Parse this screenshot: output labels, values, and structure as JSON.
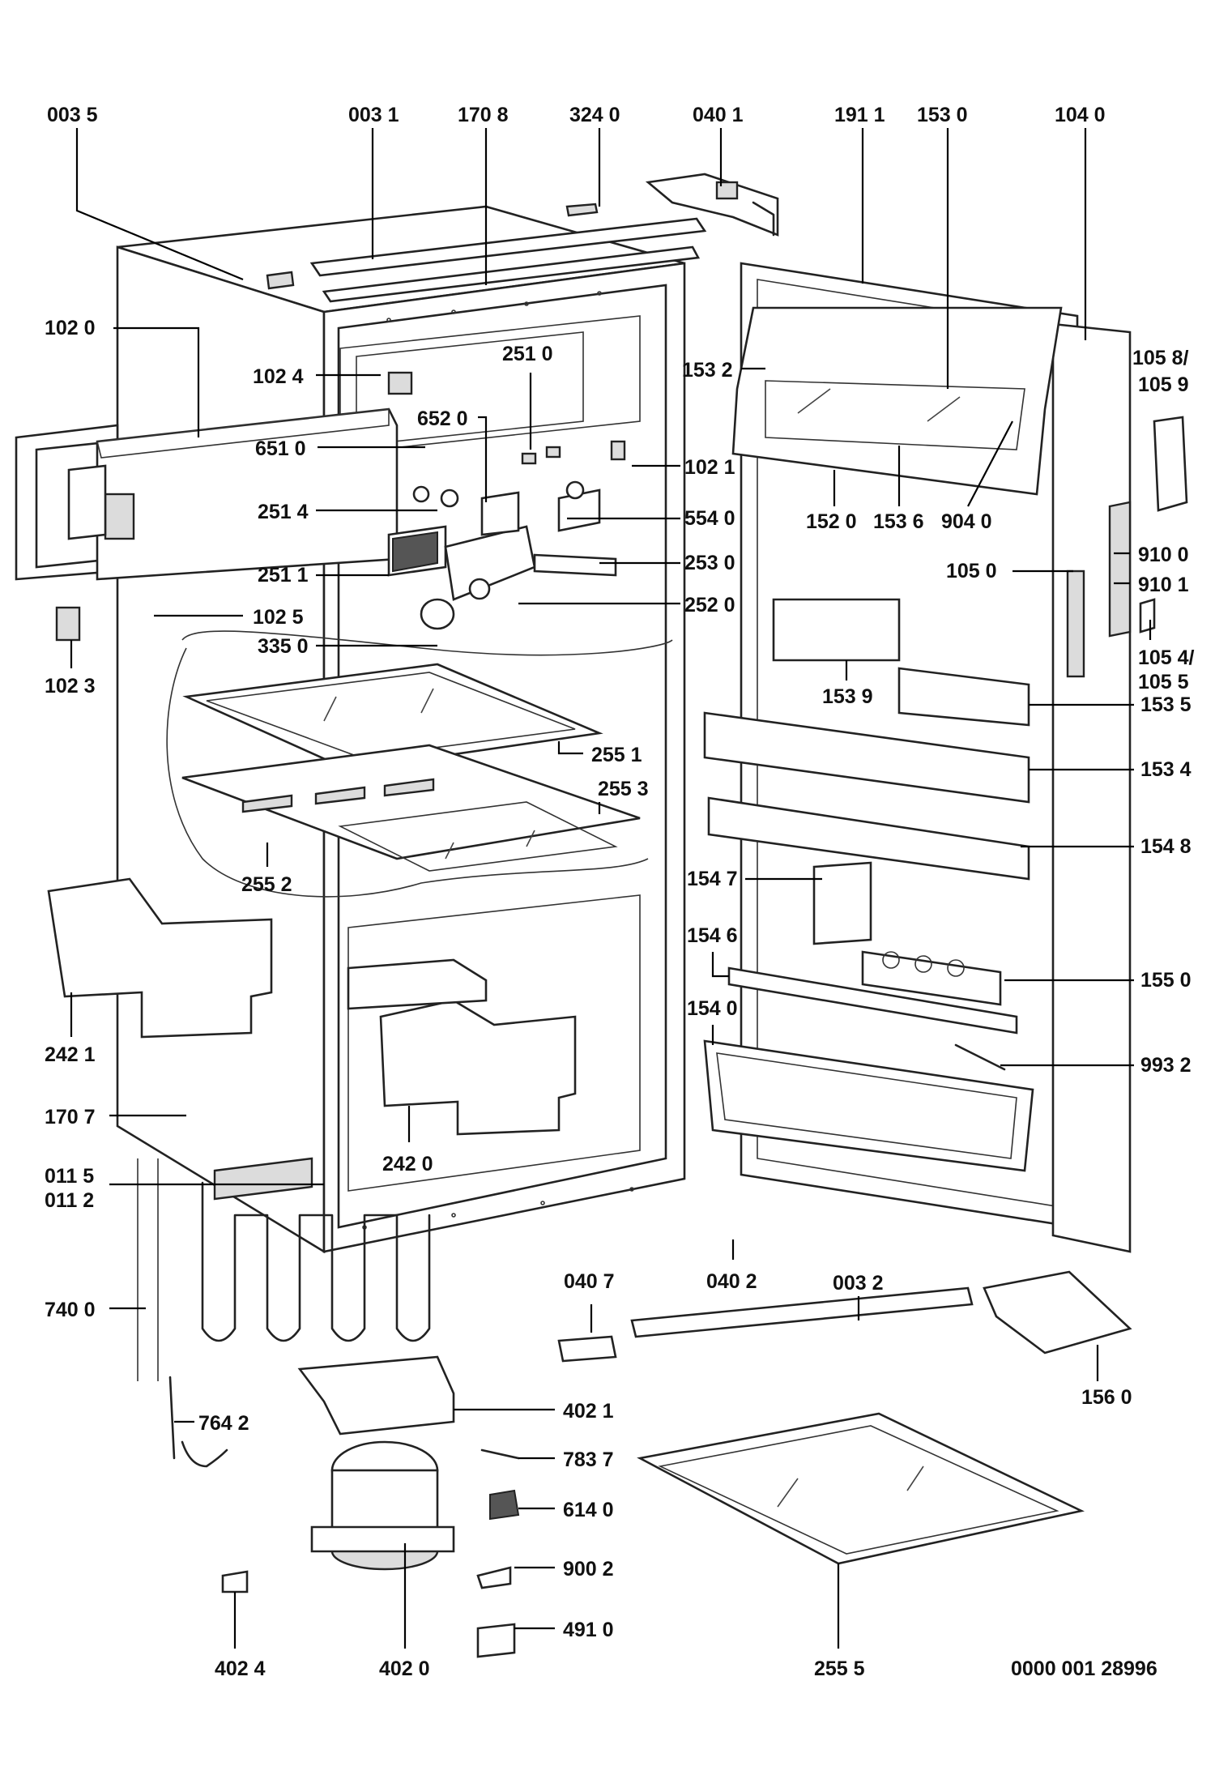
{
  "diagram": {
    "document_id": "0000 001 28996",
    "part_numbers": {
      "p003_5": "003 5",
      "p003_1": "003 1",
      "p170_8": "170 8",
      "p324_0": "324 0",
      "p040_1": "040 1",
      "p191_1": "191 1",
      "p153_0": "153 0",
      "p104_0": "104 0",
      "p102_0": "102 0",
      "p102_4": "102 4",
      "p251_0": "251 0",
      "p105_8": "105 8/",
      "p105_9": "105 9",
      "p153_2": "153 2",
      "p652_0": "652 0",
      "p651_0": "651 0",
      "p102_1": "102 1",
      "p251_4": "251 4",
      "p554_0": "554 0",
      "p152_0": "152 0",
      "p153_6": "153 6",
      "p904_0": "904 0",
      "p910_0": "910 0",
      "p253_0": "253 0",
      "p251_1": "251 1",
      "p105_0": "105 0",
      "p910_1": "910 1",
      "p252_0": "252 0",
      "p102_5": "102 5",
      "p335_0": "335 0",
      "p105_4": "105 4/",
      "p105_5": "105 5",
      "p102_3": "102 3",
      "p153_9": "153 9",
      "p153_5": "153 5",
      "p255_1": "255 1",
      "p153_4": "153 4",
      "p255_3": "255 3",
      "p154_8": "154 8",
      "p255_2": "255 2",
      "p154_7": "154 7",
      "p154_6": "154 6",
      "p155_0": "155 0",
      "p154_0": "154 0",
      "p242_1": "242 1",
      "p993_2": "993 2",
      "p170_7": "170 7",
      "p242_0": "242 0",
      "p011_5": "011 5",
      "p011_2": "011 2",
      "p040_7": "040 7",
      "p040_2": "040 2",
      "p003_2": "003 2",
      "p740_0": "740 0",
      "p156_0": "156 0",
      "p402_1": "402 1",
      "p764_2": "764 2",
      "p783_7": "783 7",
      "p614_0": "614 0",
      "p900_2": "900 2",
      "p491_0": "491 0",
      "p402_4": "402 4",
      "p402_0": "402 0",
      "p255_5": "255 5"
    }
  }
}
